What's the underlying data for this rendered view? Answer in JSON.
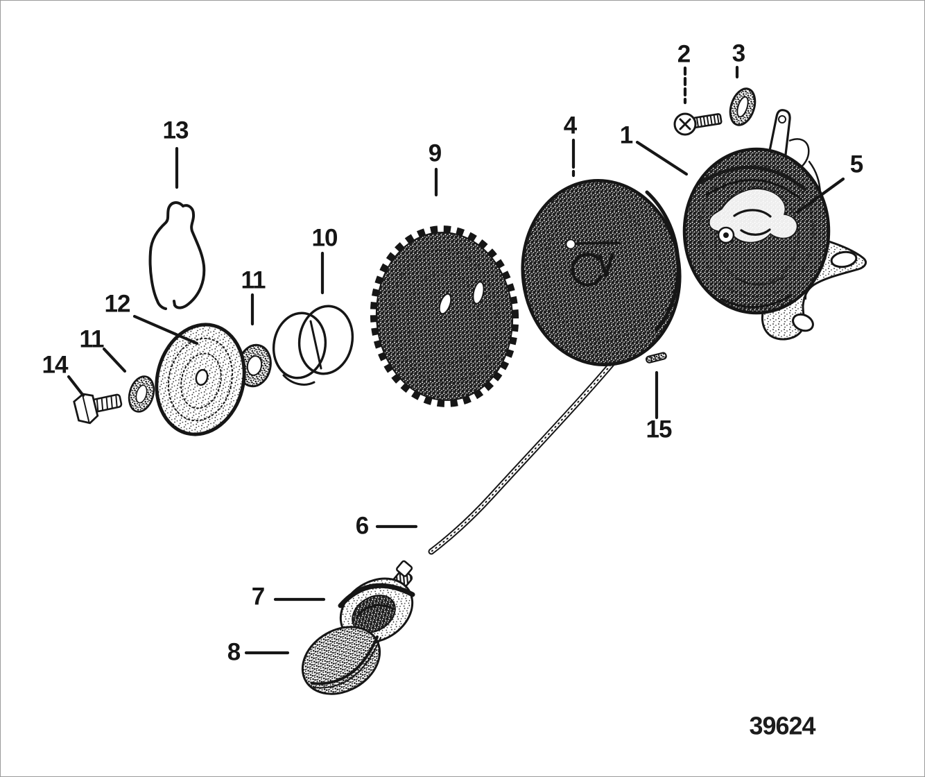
{
  "figure": {
    "drawing_number": "39624",
    "background": "#ffffff",
    "ink": "#161616"
  },
  "callouts": {
    "c1": "1",
    "c2": "2",
    "c3": "3",
    "c4": "4",
    "c5": "5",
    "c6": "6",
    "c7": "7",
    "c8": "8",
    "c9": "9",
    "c10": "10",
    "c11_left": "11",
    "c11_mid": "11",
    "c12": "12",
    "c13": "13",
    "c14": "14",
    "c15": "15"
  }
}
